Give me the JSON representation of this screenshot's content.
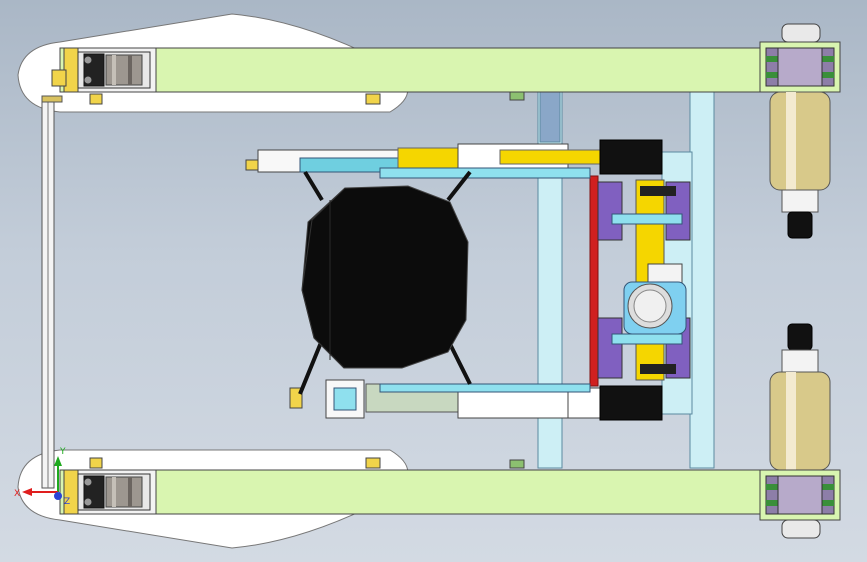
{
  "viewport": {
    "background_top": "#aab7c6",
    "background_bottom": "#d3dae3"
  },
  "colors": {
    "frame_arm": "#d9f5b0",
    "white_plate": "#ffffff",
    "light_blue_bar": "#cdeff5",
    "steel_blue_bar": "#8aa7c8",
    "cyan_bracket": "#8fe0ee",
    "black_component": "#111111",
    "yellow_part": "#f5d600",
    "brass_cylinder": "#d8c98a",
    "purple_clamp": "#8060c0",
    "red_plate": "#d02020",
    "green_bolt": "#2f9a2f",
    "dark_wheel": "#7a7570"
  },
  "icons": [
    "drive-wheel-icon",
    "roller-wheel-icon",
    "octagonal-drum-icon",
    "linear-actuator-icon",
    "motor-block-icon",
    "bearing-hub-icon",
    "coordinate-triad-icon"
  ],
  "triad": {
    "x_label": "X",
    "y_label": "Y",
    "z_label": "Z"
  }
}
